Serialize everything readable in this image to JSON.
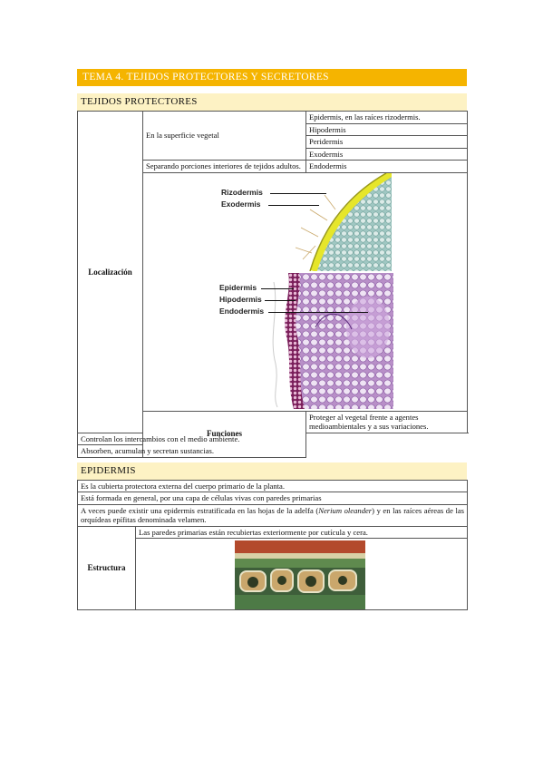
{
  "title": "TEMA 4. TEJIDOS PROTECTORES Y SECRETORES",
  "section1": {
    "header": "TEJIDOS PROTECTORES",
    "localizacion": {
      "label": "Localización",
      "superficie": {
        "label": "En la superficie vegetal",
        "items": [
          "Epidermis, en las raíces rizodermis.",
          "Hipodermis",
          "Peridermis",
          "Exodermis"
        ]
      },
      "separando": {
        "label": "Separando porciones interiores de tejidos adultos.",
        "item": "Endodermis"
      },
      "figure1_labels": [
        "Rizodermis",
        "Exodermis"
      ],
      "figure2_labels": [
        "Epidermis",
        "Hipodermis",
        "Endodermis"
      ]
    },
    "funciones": {
      "label": "Funciones",
      "items": [
        "Proteger al vegetal frente a agentes medioambientales y a sus variaciones.",
        "Controlan los intercambios con el medio ambiente.",
        "Absorben, acumulan y secretan sustancias."
      ]
    }
  },
  "section2": {
    "header": "EPIDERMIS",
    "rows": [
      "Es la cubierta protectora externa del cuerpo primario de la planta.",
      "Está formada en general, por una capa de células vivas con paredes primarias"
    ],
    "row3_pre": "A veces puede existir una epidermis estratificada en las hojas de la adelfa (",
    "row3_italic": "Nerium oleander",
    "row3_post": ") y en las raíces aéreas de las orquídeas epífitas denominada velamen.",
    "estructura": {
      "label": "Estructura",
      "text": "Las paredes primarias están recubiertas exteriormente por cutícula y cera."
    }
  }
}
